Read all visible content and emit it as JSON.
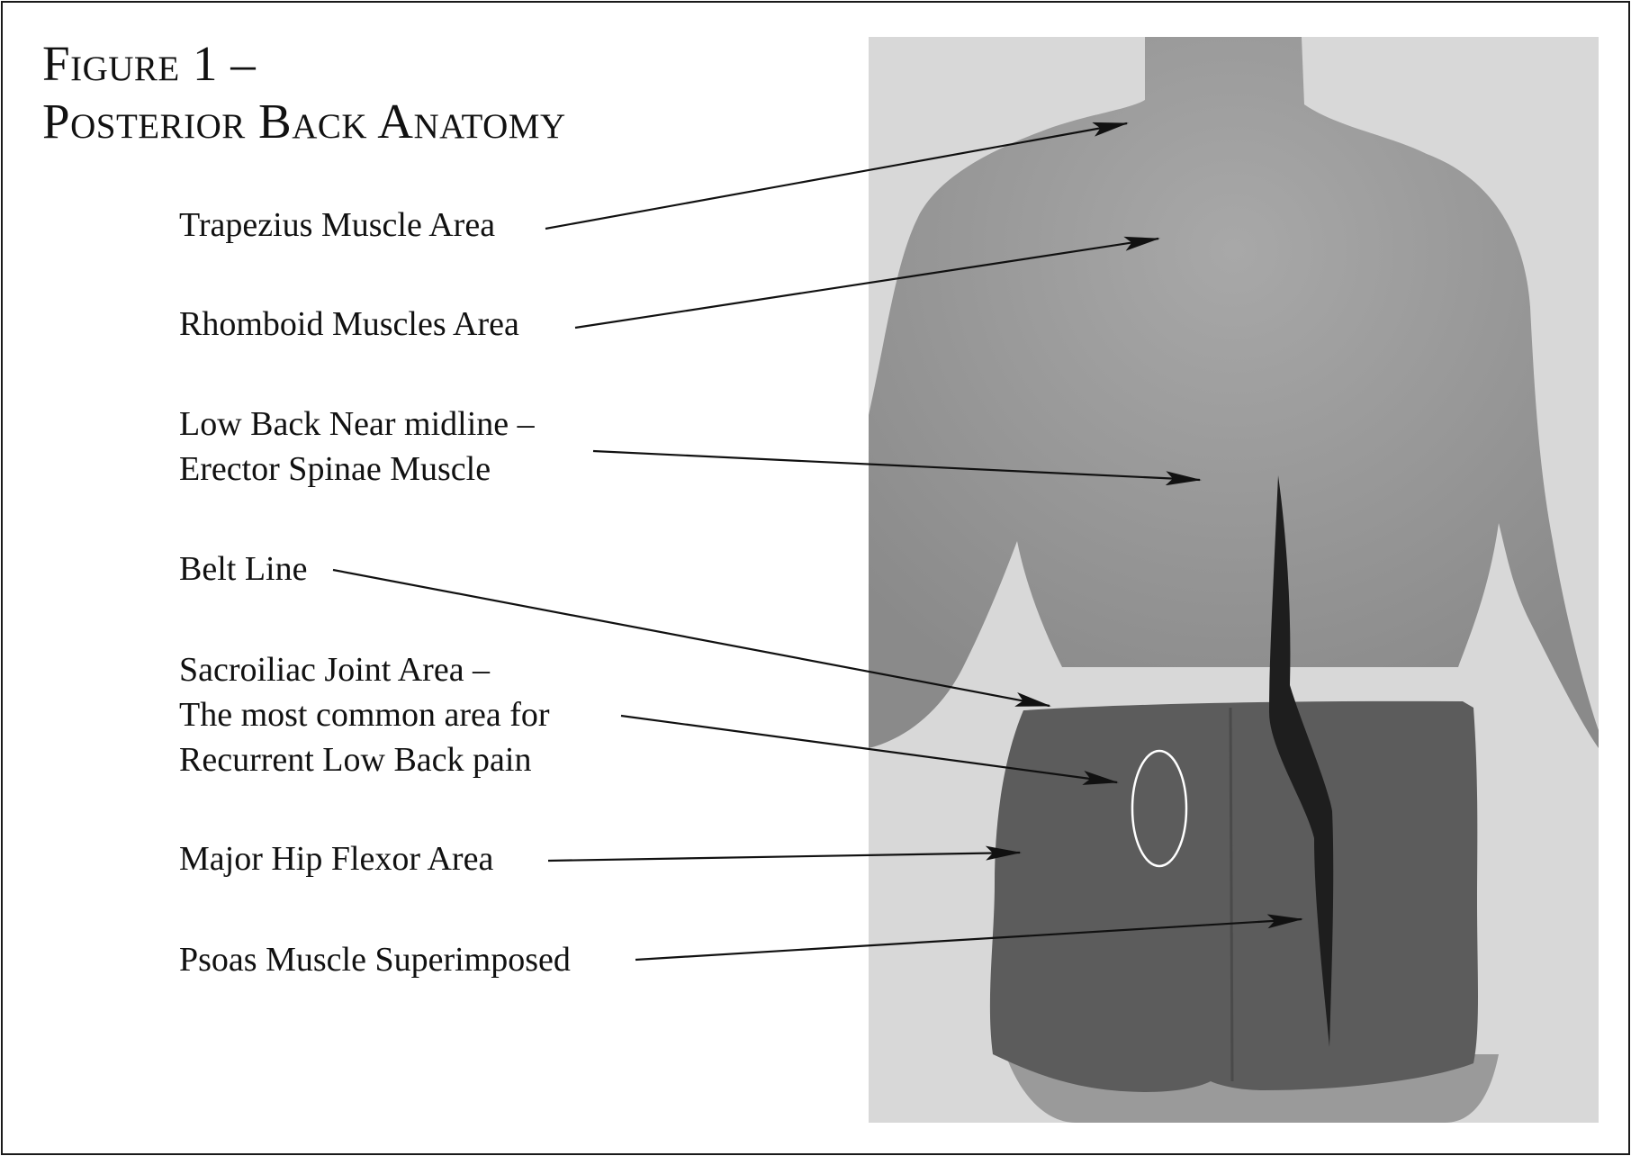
{
  "figure": {
    "title_line1": "Figure 1 –",
    "title_line2": "Posterior Back Anatomy"
  },
  "labels": {
    "trapezius": "Trapezius Muscle Area",
    "rhomboid": "Rhomboid Muscles Area",
    "low_back_line1": "Low Back Near midline –",
    "low_back_line2": "Erector Spinae Muscle",
    "belt_line": "Belt Line",
    "sacroiliac_line1": "Sacroiliac Joint Area –",
    "sacroiliac_line2": "The most common area for",
    "sacroiliac_line3": "Recurrent Low Back pain",
    "hip_flexor": "Major Hip Flexor Area",
    "psoas": "Psoas Muscle Superimposed"
  },
  "colors": {
    "background": "#d8d8d8",
    "skin": "#9c9c9c",
    "shorts": "#5a5a5a",
    "psoas": "#1e1e1e",
    "sacroiliac_marker": "#ffffff",
    "arrow": "#111111"
  }
}
